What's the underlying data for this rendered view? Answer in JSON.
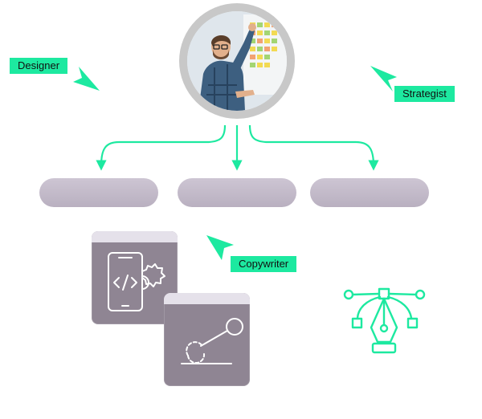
{
  "roles": {
    "designer": "Designer",
    "strategist": "Strategist",
    "copywriter": "Copywriter"
  },
  "icons": {
    "avatar": "person-at-whiteboard-photo",
    "card_1": "mobile-code-gear-icon",
    "card_2": "curve-path-icon",
    "pen_tool": "pen-tool-bezier-icon"
  },
  "colors": {
    "accent": "#1de9a0",
    "pill": "#c7bfcd",
    "card": "#8f8593",
    "avatar_ring": "#c8c8c8"
  }
}
